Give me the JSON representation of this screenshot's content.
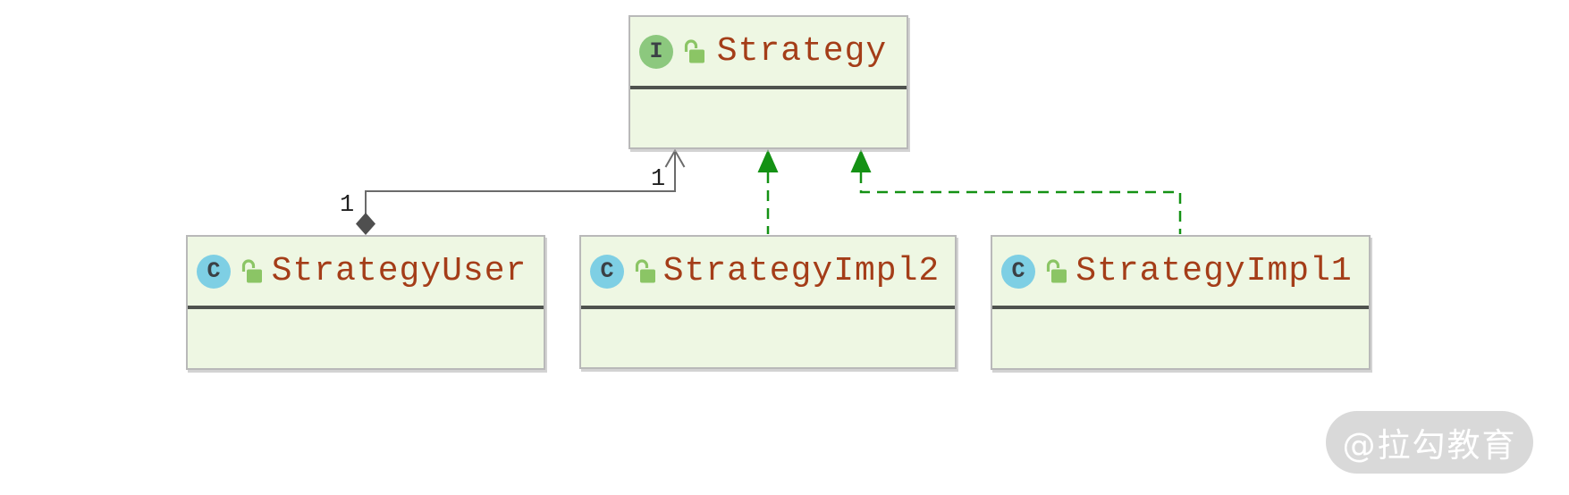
{
  "diagram": {
    "nodes": [
      {
        "name": "Strategy",
        "kind": "interface",
        "badge_letter": "I",
        "visibility_icon": "unlock-icon"
      },
      {
        "name": "StrategyUser",
        "kind": "class",
        "badge_letter": "C",
        "visibility_icon": "unlock-icon"
      },
      {
        "name": "StrategyImpl2",
        "kind": "class",
        "badge_letter": "C",
        "visibility_icon": "unlock-icon"
      },
      {
        "name": "StrategyImpl1",
        "kind": "class",
        "badge_letter": "C",
        "visibility_icon": "unlock-icon"
      }
    ],
    "edges": [
      {
        "type": "aggregation",
        "from": "StrategyUser",
        "to": "Strategy",
        "source_multiplicity": "1",
        "target_multiplicity": "1"
      },
      {
        "type": "realization",
        "from": "StrategyImpl2",
        "to": "Strategy"
      },
      {
        "type": "realization",
        "from": "StrategyImpl1",
        "to": "Strategy"
      }
    ]
  },
  "colors": {
    "node_fill": "#eef7e3",
    "node_border": "#b9b9b9",
    "node_separator": "#4e524e",
    "class_name_text": "#a43d18",
    "interface_badge": "#8cc87e",
    "class_badge": "#7ecfe4",
    "badge_letter": "#3b4045",
    "lock_icon": "#8bc565",
    "realization_edge_green": "#149114",
    "association_edge_gray": "#6b6b6b",
    "aggregation_diamond": "#4f4f4f",
    "multiplicity_text": "#1f1f1f",
    "watermark_bg": "#d9d9d9",
    "watermark_text": "#ffffff"
  },
  "watermark": {
    "text": "@拉勾教育"
  }
}
